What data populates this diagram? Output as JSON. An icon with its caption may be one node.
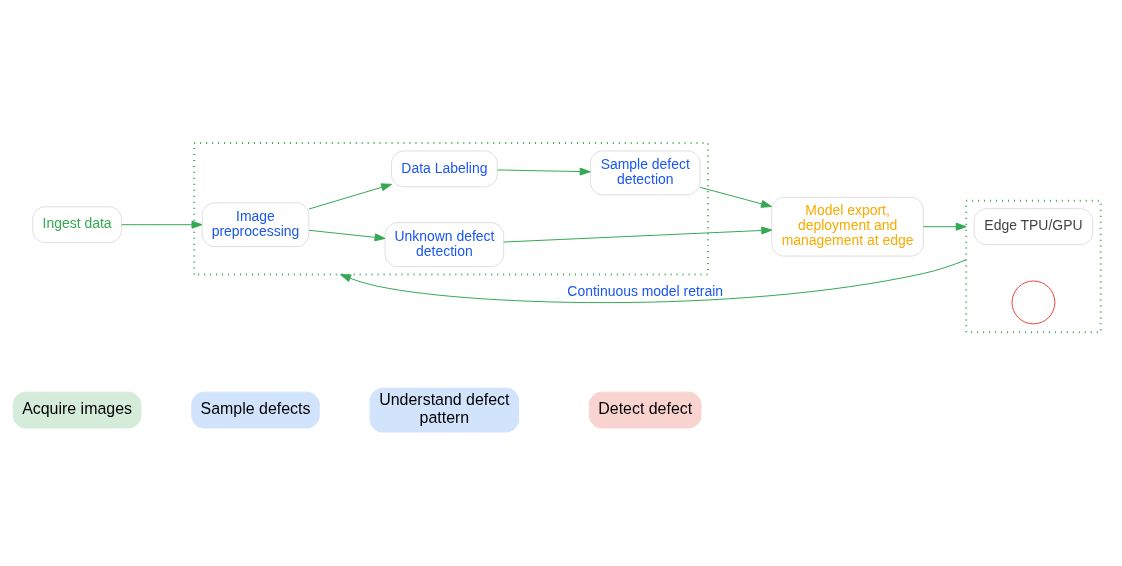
{
  "diagram": {
    "nodes": [
      {
        "text": [
          "Acquire images"
        ]
      },
      {
        "text": [
          "Sample defects"
        ]
      },
      {
        "text": [
          "Understand defect pattern"
        ]
      },
      {
        "text": [
          "Detect defect"
        ]
      },
      {
        "text": [
          "Ingest data"
        ]
      },
      {
        "text": [],
        "shape": "box"
      },
      {
        "text": [
          "Image preprocessing"
        ],
        "in": 5
      },
      {
        "text": [
          "Data Labeling"
        ],
        "in": 5
      },
      {
        "text": [
          "Sample defect detection"
        ],
        "in": 5
      },
      {
        "text": [
          "Unknown defect detection"
        ],
        "in": 5
      },
      {
        "text": [
          "Model export, deployment and management at edge"
        ]
      },
      {
        "text": [],
        "shape": "box"
      },
      {
        "text": [
          "Edge TPU/GPU"
        ],
        "in": 11
      },
      {
        "text": [],
        "shape": "circle",
        "in": 11
      }
    ],
    "edges": [
      {
        "from": 4,
        "to": 6,
        "arrow": "to"
      },
      {
        "from": 6,
        "to": 7,
        "arrow": "to"
      },
      {
        "from": 7,
        "to": 8,
        "arrow": "to"
      },
      {
        "from": 6,
        "to": 9,
        "arrow": "to"
      },
      {
        "from": 8,
        "to": 10,
        "arrow": "to"
      },
      {
        "from": 9,
        "to": 10,
        "arrow": "to"
      },
      {
        "from": 10,
        "to": 11,
        "arrow": "to"
      },
      {
        "from": 11,
        "to": 5,
        "arrow": "to",
        "label": "Continuous model retrain"
      }
    ]
  }
}
